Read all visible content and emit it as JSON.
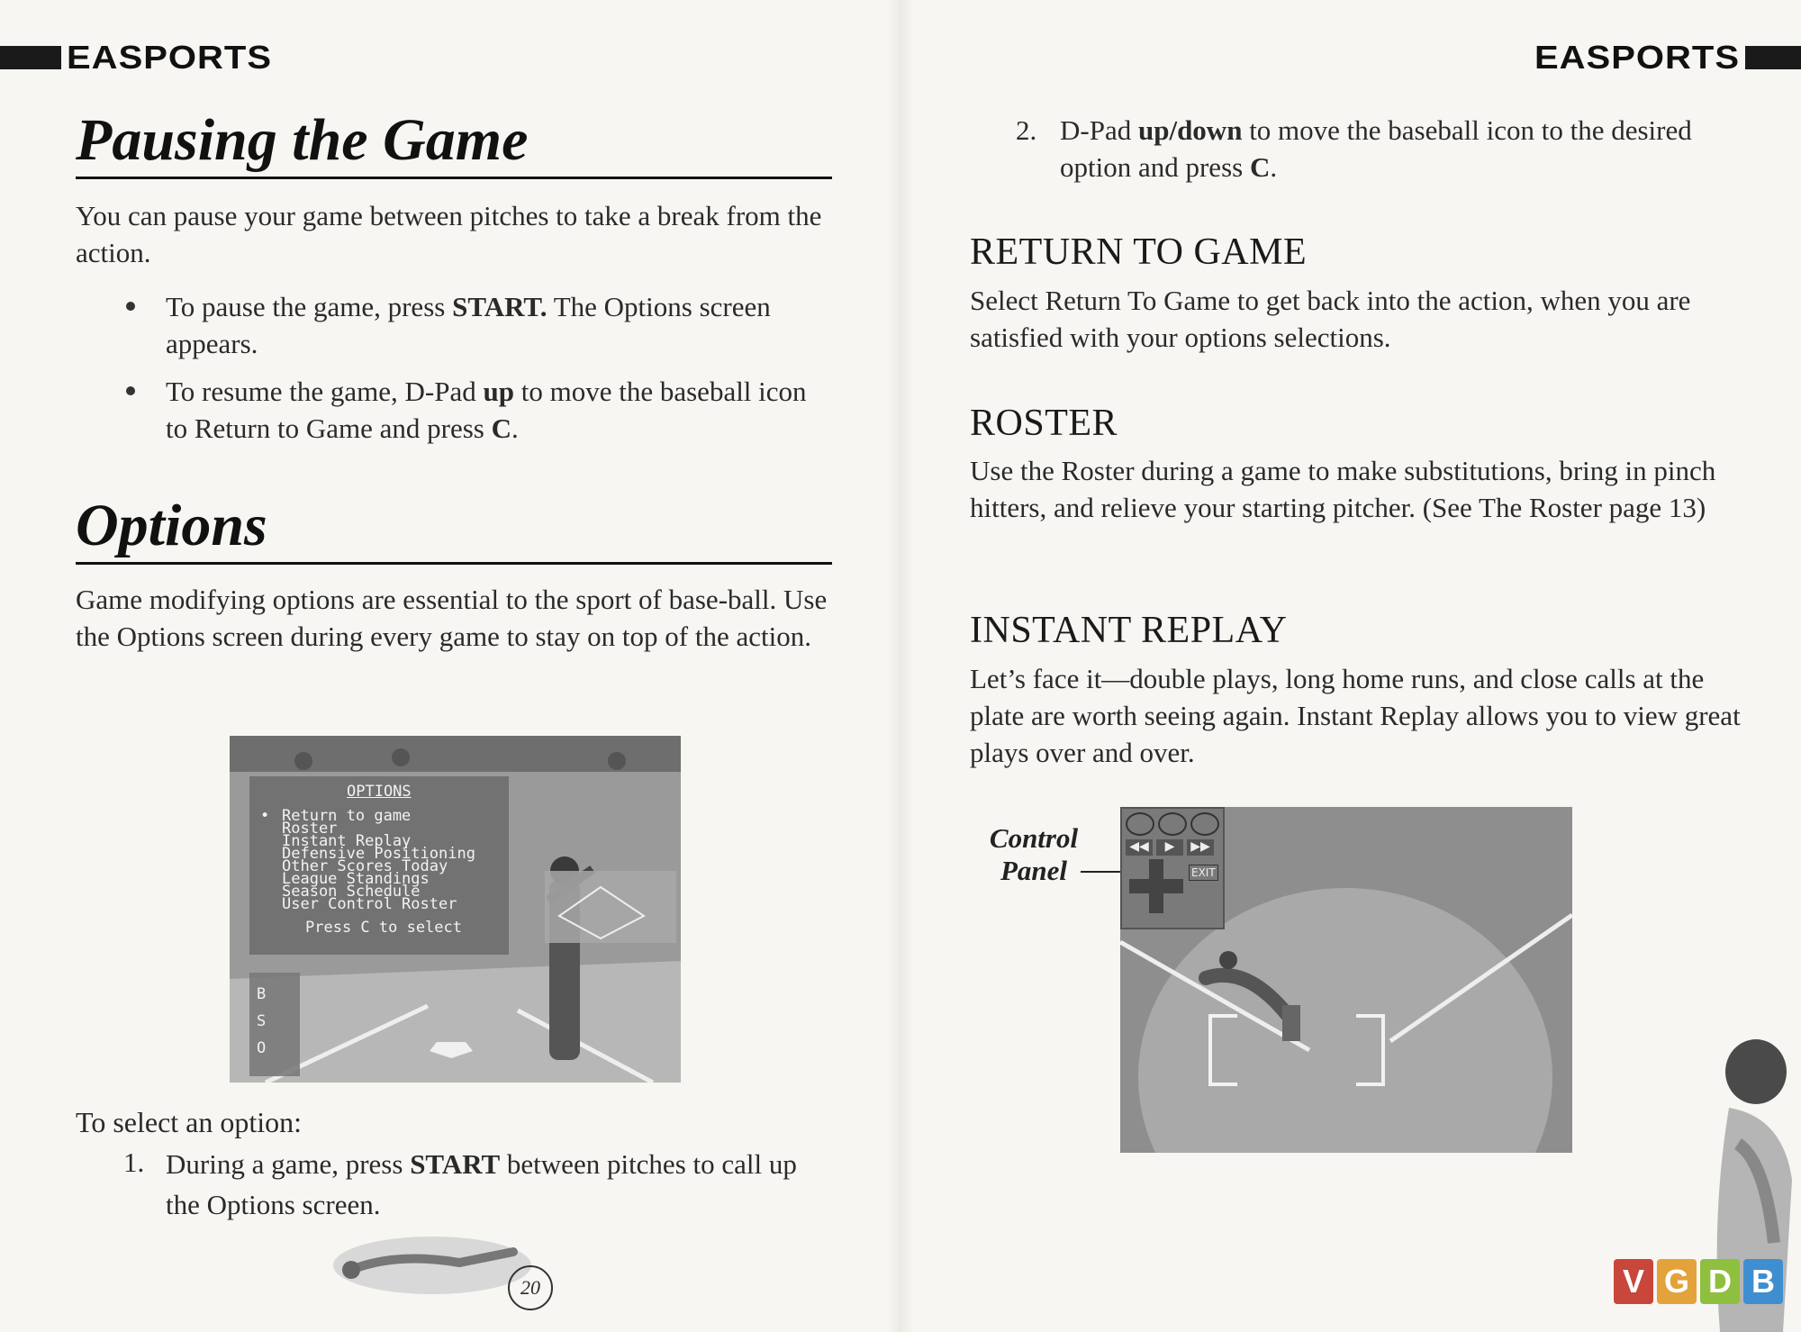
{
  "brand": {
    "logo_text": "EASPORTS"
  },
  "left_page": {
    "heading_pausing": "Pausing the Game",
    "intro": "You can pause your game between pitches to take a break from the action.",
    "bullets": [
      {
        "a": "To pause the game, press ",
        "b": "START.",
        "c": " The Options screen appears."
      },
      {
        "a": "To resume the game, D-Pad ",
        "b": "up",
        "c": " to move the baseball icon to Return to Game and press ",
        "d": "C",
        "e": "."
      }
    ],
    "heading_options": "Options",
    "options_text": "Game modifying options are essential to the sport of base-ball. Use the Options screen during every game  to stay on top of the action.",
    "options_screen": {
      "title": "OPTIONS",
      "items": [
        "Return to game",
        "Roster",
        "Instant Replay",
        "Defensive Positioning",
        "Other Scores Today",
        "League Standings",
        "Season Schedule",
        "User Control Roster"
      ],
      "prompt": "Press C to select",
      "count_labels": [
        "B",
        "S",
        "O"
      ]
    },
    "select_heading": "To select an option:",
    "step1": {
      "num": "1.",
      "a": "During a game, press ",
      "b": "START",
      "c": " between pitches to call up the Options screen."
    },
    "page_number": "20"
  },
  "right_page": {
    "step2": {
      "num": "2.",
      "a": "D-Pad ",
      "b": "up/down",
      "c": " to move the baseball icon to the desired option and press ",
      "d": "C",
      "e": "."
    },
    "sections": [
      {
        "title": "RETURN TO GAME",
        "text": "Select Return To Game to get back into the action, when you are satisfied with your options selections."
      },
      {
        "title": "ROSTER",
        "text": "Use the Roster during a game to make substitutions, bring in pinch hitters, and relieve your starting pitcher. (See The Roster page 13)"
      },
      {
        "title": "INSTANT REPLAY",
        "text": "Let’s face it—double plays, long home runs, and close calls at the plate are worth seeing again. Instant Replay allows you to view great plays over and over."
      }
    ],
    "control_panel_label_1": "Control",
    "control_panel_label_2": "Panel",
    "replay_panel": {
      "exit": "EXIT"
    }
  },
  "watermark": {
    "letters": [
      "V",
      "G",
      "D",
      "B"
    ],
    "colors": [
      "#c8463a",
      "#e3a33a",
      "#8fbf3f",
      "#3f8fd0"
    ]
  }
}
